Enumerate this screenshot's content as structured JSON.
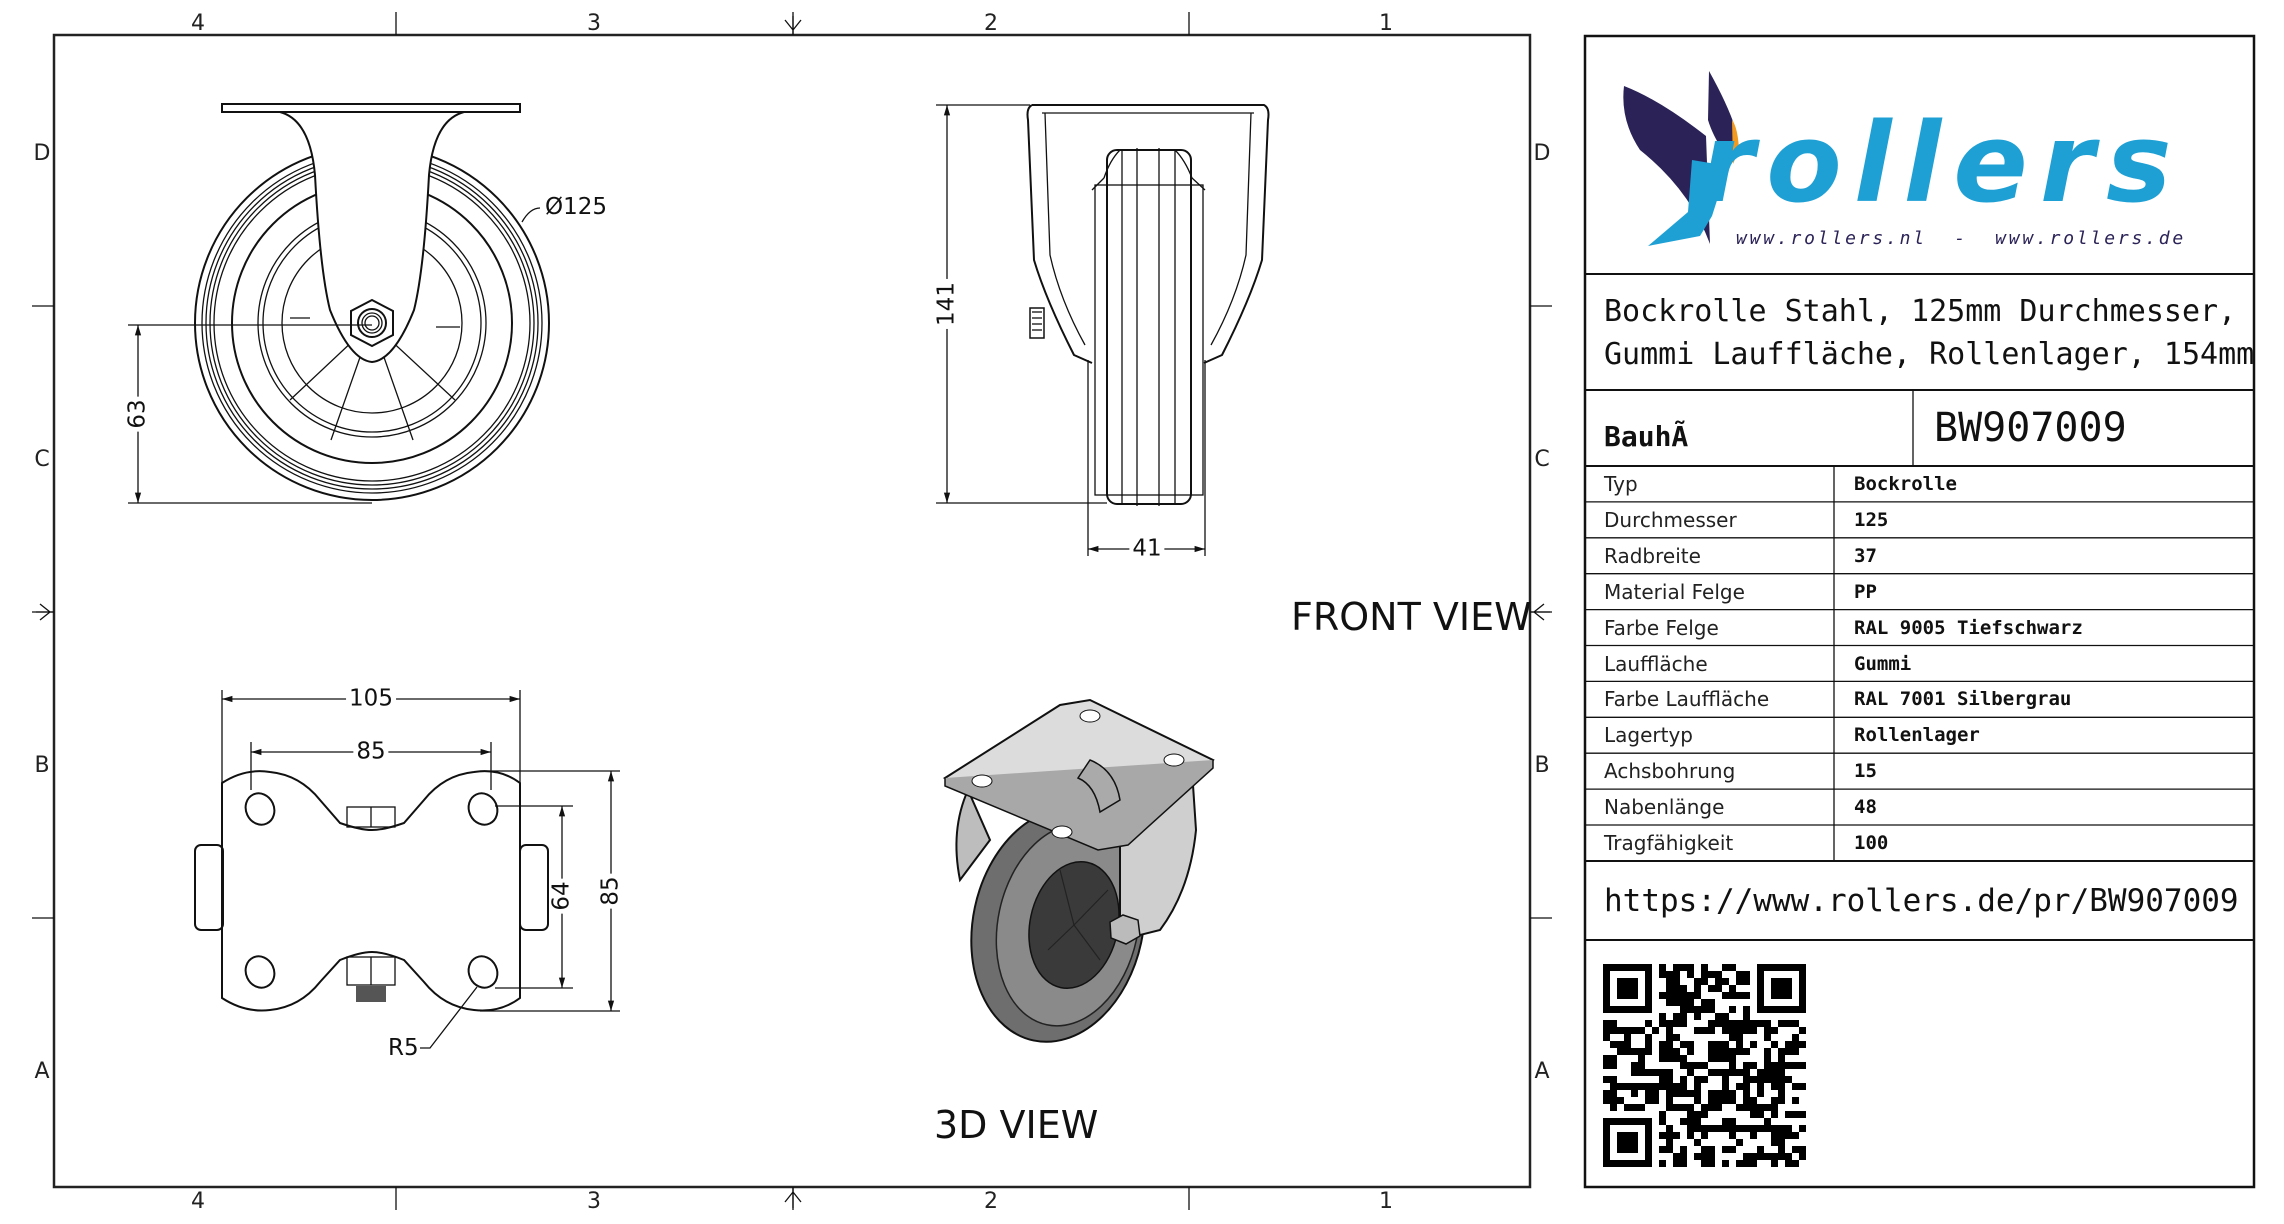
{
  "border": {
    "columns": [
      "4",
      "3",
      "2",
      "1"
    ],
    "rows": [
      "D",
      "C",
      "B",
      "A"
    ]
  },
  "views": {
    "front_view_label": "FRONT VIEW",
    "iso_view_label": "3D VIEW"
  },
  "dimensions": {
    "diameter": "Ø125",
    "axle_height": "63",
    "total_height": "141",
    "width": "41",
    "plate_length": "105",
    "hole_spacing_x": "85",
    "hole_spacing_y": "64",
    "plate_width": "85",
    "radius": "R5"
  },
  "logo": {
    "brand": "rollers",
    "urls": "www.rollers.nl  -  www.rollers.de",
    "colors": {
      "primary": "#1ea0d5",
      "dark": "#2b2257",
      "accent": "#f29a1f"
    }
  },
  "title_block": {
    "description_line1": "Bockrolle Stahl, 125mm Durchmesser,",
    "description_line2": "Gummi Lauffläche, Rollenlager, 154mm",
    "series": "BauhÃ",
    "article_number": "BW907009",
    "specs": [
      {
        "label": "Typ",
        "value": "Bockrolle"
      },
      {
        "label": "Durchmesser",
        "value": "125"
      },
      {
        "label": "Radbreite",
        "value": "37"
      },
      {
        "label": "Material Felge",
        "value": "PP"
      },
      {
        "label": "Farbe Felge",
        "value": "RAL 9005 Tiefschwarz"
      },
      {
        "label": "Lauffläche",
        "value": "Gummi"
      },
      {
        "label": "Farbe Lauffläche",
        "value": "RAL 7001 Silbergrau"
      },
      {
        "label": "Lagertyp",
        "value": "Rollenlager"
      },
      {
        "label": "Achsbohrung",
        "value": "15"
      },
      {
        "label": "Nabenlänge",
        "value": "48"
      },
      {
        "label": "Tragfähigkeit",
        "value": "100"
      }
    ],
    "url": "https://www.rollers.de/pr/BW907009"
  }
}
